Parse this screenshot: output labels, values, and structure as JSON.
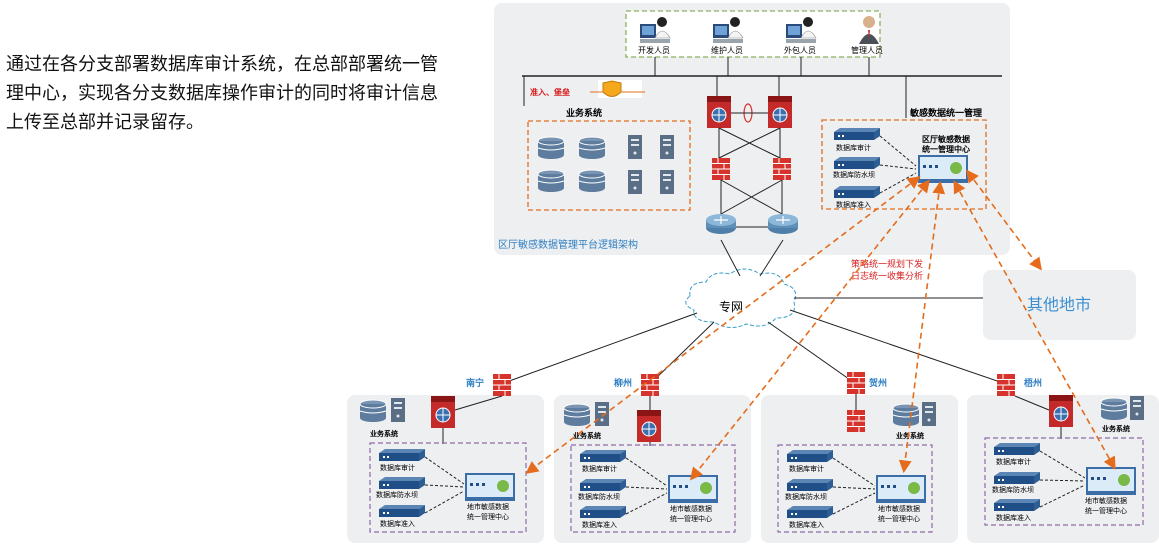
{
  "intro_text": "通过在各分支部署数据库审计系统，在总部部署统一管理中心，实现各分支数据库操作审计的同时将审计信息上传至总部并记录留存。",
  "hq": {
    "platform_label": "区厅敏感数据管理平台逻辑架构",
    "users": [
      "开发人员",
      "维护人员",
      "外包人员",
      "管理人员"
    ],
    "access_label": "准入、堡垒",
    "business_label": "业务系统",
    "sensitive_label": "敏感数据统一管理",
    "center_label_1": "区厅敏感数据",
    "center_label_2": "统一管理中心",
    "devices": [
      "数据库审计",
      "数据库防水坝",
      "数据库准入"
    ]
  },
  "network": {
    "private_net": "专网",
    "other_cities": "其他地市",
    "policy_1": "策略统一规划下发",
    "policy_2": "日志统一收集分析"
  },
  "branches": [
    {
      "city": "南宁",
      "business": "业务系统",
      "devices": [
        "数据库审计",
        "数据库防水坝",
        "数据库准入"
      ],
      "center_1": "地市敏感数据",
      "center_2": "统一管理中心"
    },
    {
      "city": "柳州",
      "business": "业务系统",
      "devices": [
        "数据库审计",
        "数据库防水坝",
        "数据库准入"
      ],
      "center_1": "地市敏感数据",
      "center_2": "统一管理中心"
    },
    {
      "city": "贺州",
      "business": "业务系统",
      "devices": [
        "数据库审计",
        "数据库防水坝",
        "数据库准入"
      ],
      "center_1": "地市敏感数据",
      "center_2": "统一管理中心"
    },
    {
      "city": "梧州",
      "business": "业务系统",
      "devices": [
        "数据库审计",
        "数据库防水坝",
        "数据库准入"
      ],
      "center_1": "地市敏感数据",
      "center_2": "统一管理中心"
    }
  ],
  "colors": {
    "panel": "#eeeff1",
    "dashed_orange": "#e46c1c",
    "dashed_purple": "#8e6aa8",
    "users_box": "#8cb05a",
    "city_label": "#2e7fc4",
    "policy_text": "#d81e1e",
    "firewall": "#d6332c",
    "server_blue": "#3b6ea6"
  }
}
